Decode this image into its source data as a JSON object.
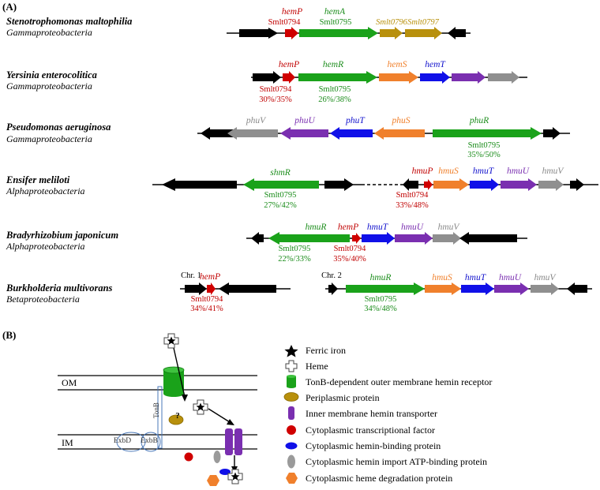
{
  "colors": {
    "red": "#d00000",
    "green": "#1aa21a",
    "gold": "#b8900c",
    "orange": "#f0802c",
    "blue": "#1010e8",
    "purple": "#7a2fb0",
    "gray": "#8f8f8f",
    "black": "#000000",
    "red_text": "#c00000",
    "green_text": "#1a8c1a",
    "purple_text": "#7a2fb0",
    "gray_text": "#8a8a8a",
    "blue_text": "#1010cc"
  },
  "panel_a_label": "(A)",
  "panel_b_label": "(B)",
  "organisms": [
    {
      "name": "Stenotrophomonas maltophilia",
      "class": "Gammaproteobacteria"
    },
    {
      "name": "Yersinia enterocolitica",
      "class": "Gammaproteobacteria"
    },
    {
      "name": "Pseudomonas aeruginosa",
      "class": "Gammaproteobacteria"
    },
    {
      "name": "Ensifer meliloti",
      "class": "Alphaproteobacteria"
    },
    {
      "name": "Bradyrhizobium japonicum",
      "class": "Alphaproteobacteria"
    },
    {
      "name": "Burkholderia multivorans",
      "class": "Betaproteobacteria"
    }
  ],
  "genes": {
    "hemP": "hemP",
    "hemA": "hemA",
    "hemR": "hemR",
    "hemS": "hemS",
    "hemT": "hemT",
    "phuV": "phuV",
    "phuU": "phuU",
    "phuT": "phuT",
    "phuS": "phuS",
    "phuR": "phuR",
    "shmR": "shmR",
    "hmuP": "hmuP",
    "hmuS": "hmuS",
    "hmuT": "hmuT",
    "hmuU": "hmuU",
    "hmuV": "hmuV",
    "hmuR": "hmuR"
  },
  "smlt": {
    "s0794": "Smlt0794",
    "s0795": "Smlt0795",
    "s0796": "Smlt0796",
    "s0797": "Smlt0797"
  },
  "percents": {
    "yer_p": "30%/35%",
    "yer_r": "26%/38%",
    "pse_r": "35%/50%",
    "ens_s": "27%/42%",
    "ens_p": "33%/48%",
    "bra_r": "22%/33%",
    "bra_p": "35%/40%",
    "bur_p": "34%/41%",
    "bur_r": "34%/48%"
  },
  "chromosomes": {
    "chr1": "Chr. 1",
    "chr2": "Chr. 2"
  },
  "membranes": {
    "om": "OM",
    "im": "IM",
    "tonb": "TonB",
    "exbd": "ExbD",
    "exbb": "ExbB",
    "question": "?"
  },
  "legend": [
    {
      "icon": "star-icon",
      "label": "Ferric iron"
    },
    {
      "icon": "heme-cross-icon",
      "label": "Heme"
    },
    {
      "icon": "green-cylinder-icon",
      "label": "TonB-dependent outer membrane hemin receptor"
    },
    {
      "icon": "gold-ellipse-icon",
      "label": "Periplasmic protein"
    },
    {
      "icon": "purple-bar-icon",
      "label": "Inner membrane hemin transporter"
    },
    {
      "icon": "red-circle-icon",
      "label": "Cytoplasmic transcriptional factor"
    },
    {
      "icon": "blue-ellipse-icon",
      "label": "Cytoplasmic hemin-binding protein"
    },
    {
      "icon": "gray-ellipse-icon",
      "label": "Cytoplasmic hemin import ATP-binding protein"
    },
    {
      "icon": "orange-hexagon-icon",
      "label": "Cytoplasmic heme degradation protein"
    }
  ]
}
